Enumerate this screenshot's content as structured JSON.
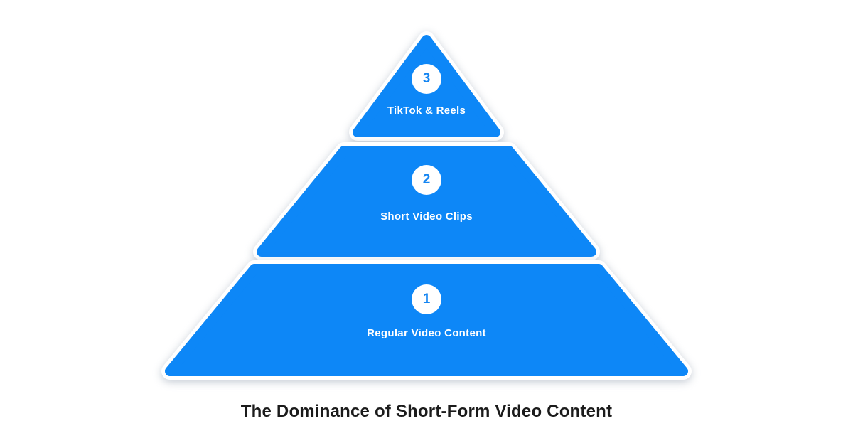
{
  "title": "The Dominance of Short-Form Video Content",
  "pyramid": {
    "tiers": [
      {
        "number": "3",
        "label": "TikTok & Reels"
      },
      {
        "number": "2",
        "label": "Short Video Clips"
      },
      {
        "number": "1",
        "label": "Regular Video Content"
      }
    ]
  },
  "colors": {
    "tier_fill": "#0d87f7",
    "tier_outline": "#ffffff",
    "badge_bg": "#ffffff",
    "badge_number": "#1485f2",
    "title_text": "#1b1b1b",
    "background": "#ffffff"
  }
}
